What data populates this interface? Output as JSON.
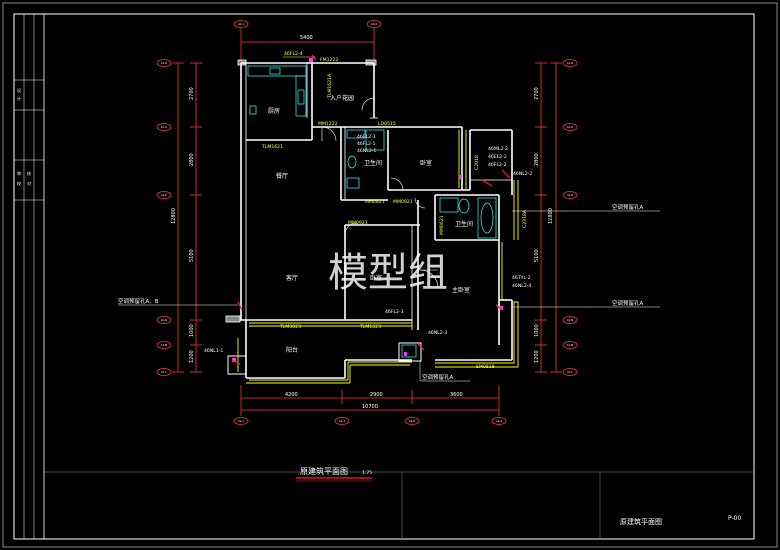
{
  "title_block": {
    "drawing_title": "原建筑平面图",
    "scale": "1:75",
    "sheet_no": "P-00",
    "footer_title": "原建筑平面图"
  },
  "watermark": "模型组",
  "dimensions": {
    "top": "5400",
    "left": [
      "2700",
      "2800",
      "5100",
      "1000",
      "1200"
    ],
    "left_total": "12800",
    "right": [
      "2700",
      "2800",
      "5100",
      "1000",
      "1200"
    ],
    "right_total": "12800",
    "bottom": [
      "4200",
      "2900",
      "3600"
    ],
    "bottom_total": "10700"
  },
  "rooms": {
    "kitchen": "厨房",
    "entry_garden": "入户花园",
    "dining": "餐厅",
    "bath1": "卫生间",
    "bedroom1": "卧室",
    "bath2": "卫生间",
    "living": "客厅",
    "bedroom2": "卧室",
    "master": "主卧室",
    "balcony": "阳台"
  },
  "tags": {
    "fl_top": "46FL2-4",
    "door_top": "FM1222",
    "tlm1621_v": "TLM1621A",
    "ld0515": "LD0515",
    "mm1222": "MM1222",
    "tlm1621": "TLM1621",
    "el_1": "46EL2-1",
    "fl2_1": "46FL2-1",
    "nl2_1": "46NL2-1",
    "ml2_2": "46ML2-2",
    "el2_2": "46EL2-2",
    "fl2_2": "46FL2-2",
    "nl2_2": "46NL2-2",
    "c2018": "C2018",
    "mm0821a": "MM0821",
    "mm0921b": "MM0921",
    "mm0921": "MM0921",
    "mm0621": "MM0621",
    "c2318": "C2318A",
    "tyl": "46TYL-2",
    "nl2_4": "46NL2-4",
    "fl2_3": "46FL2-3",
    "nl2_3": "46NL2-3",
    "tlm3023": "TLM3023",
    "tlm1623": "TLM1623",
    "nl1_1": "46NL1-1",
    "sm": "SM0818"
  },
  "notes": {
    "ac_left": "空调预留孔A、B",
    "ac_right1": "空调预留孔A",
    "ac_right2": "空调预留孔A",
    "ac_bottom": "空调预留孔A"
  },
  "axis_labels": {
    "top": [
      "A1-1",
      "A1-6"
    ],
    "left": [
      "A1-R",
      "A1-Q",
      "A1-P",
      "A1-N",
      "A1-M",
      "A1-L"
    ],
    "right": [
      "A1-R",
      "A1-Q",
      "A1-P",
      "A1-N",
      "A1-M",
      "A1-L"
    ],
    "bottom": [
      "A1-1",
      "A1-3",
      "A1-6",
      "A1-9"
    ]
  },
  "side_panel": {
    "cells": [
      "设",
      "计",
      "审",
      "核",
      "校",
      "对"
    ]
  },
  "colors": {
    "background": "#000000",
    "border": "#ffffff",
    "wall": "#ffffff",
    "dimension": "#ff3333",
    "annotation": "#ffff33",
    "fixture": "#33ffff",
    "label": "#ffffff",
    "window": "#ffff00",
    "accent_magenta": "#ff33ff",
    "title_underline": "#ff2020"
  }
}
